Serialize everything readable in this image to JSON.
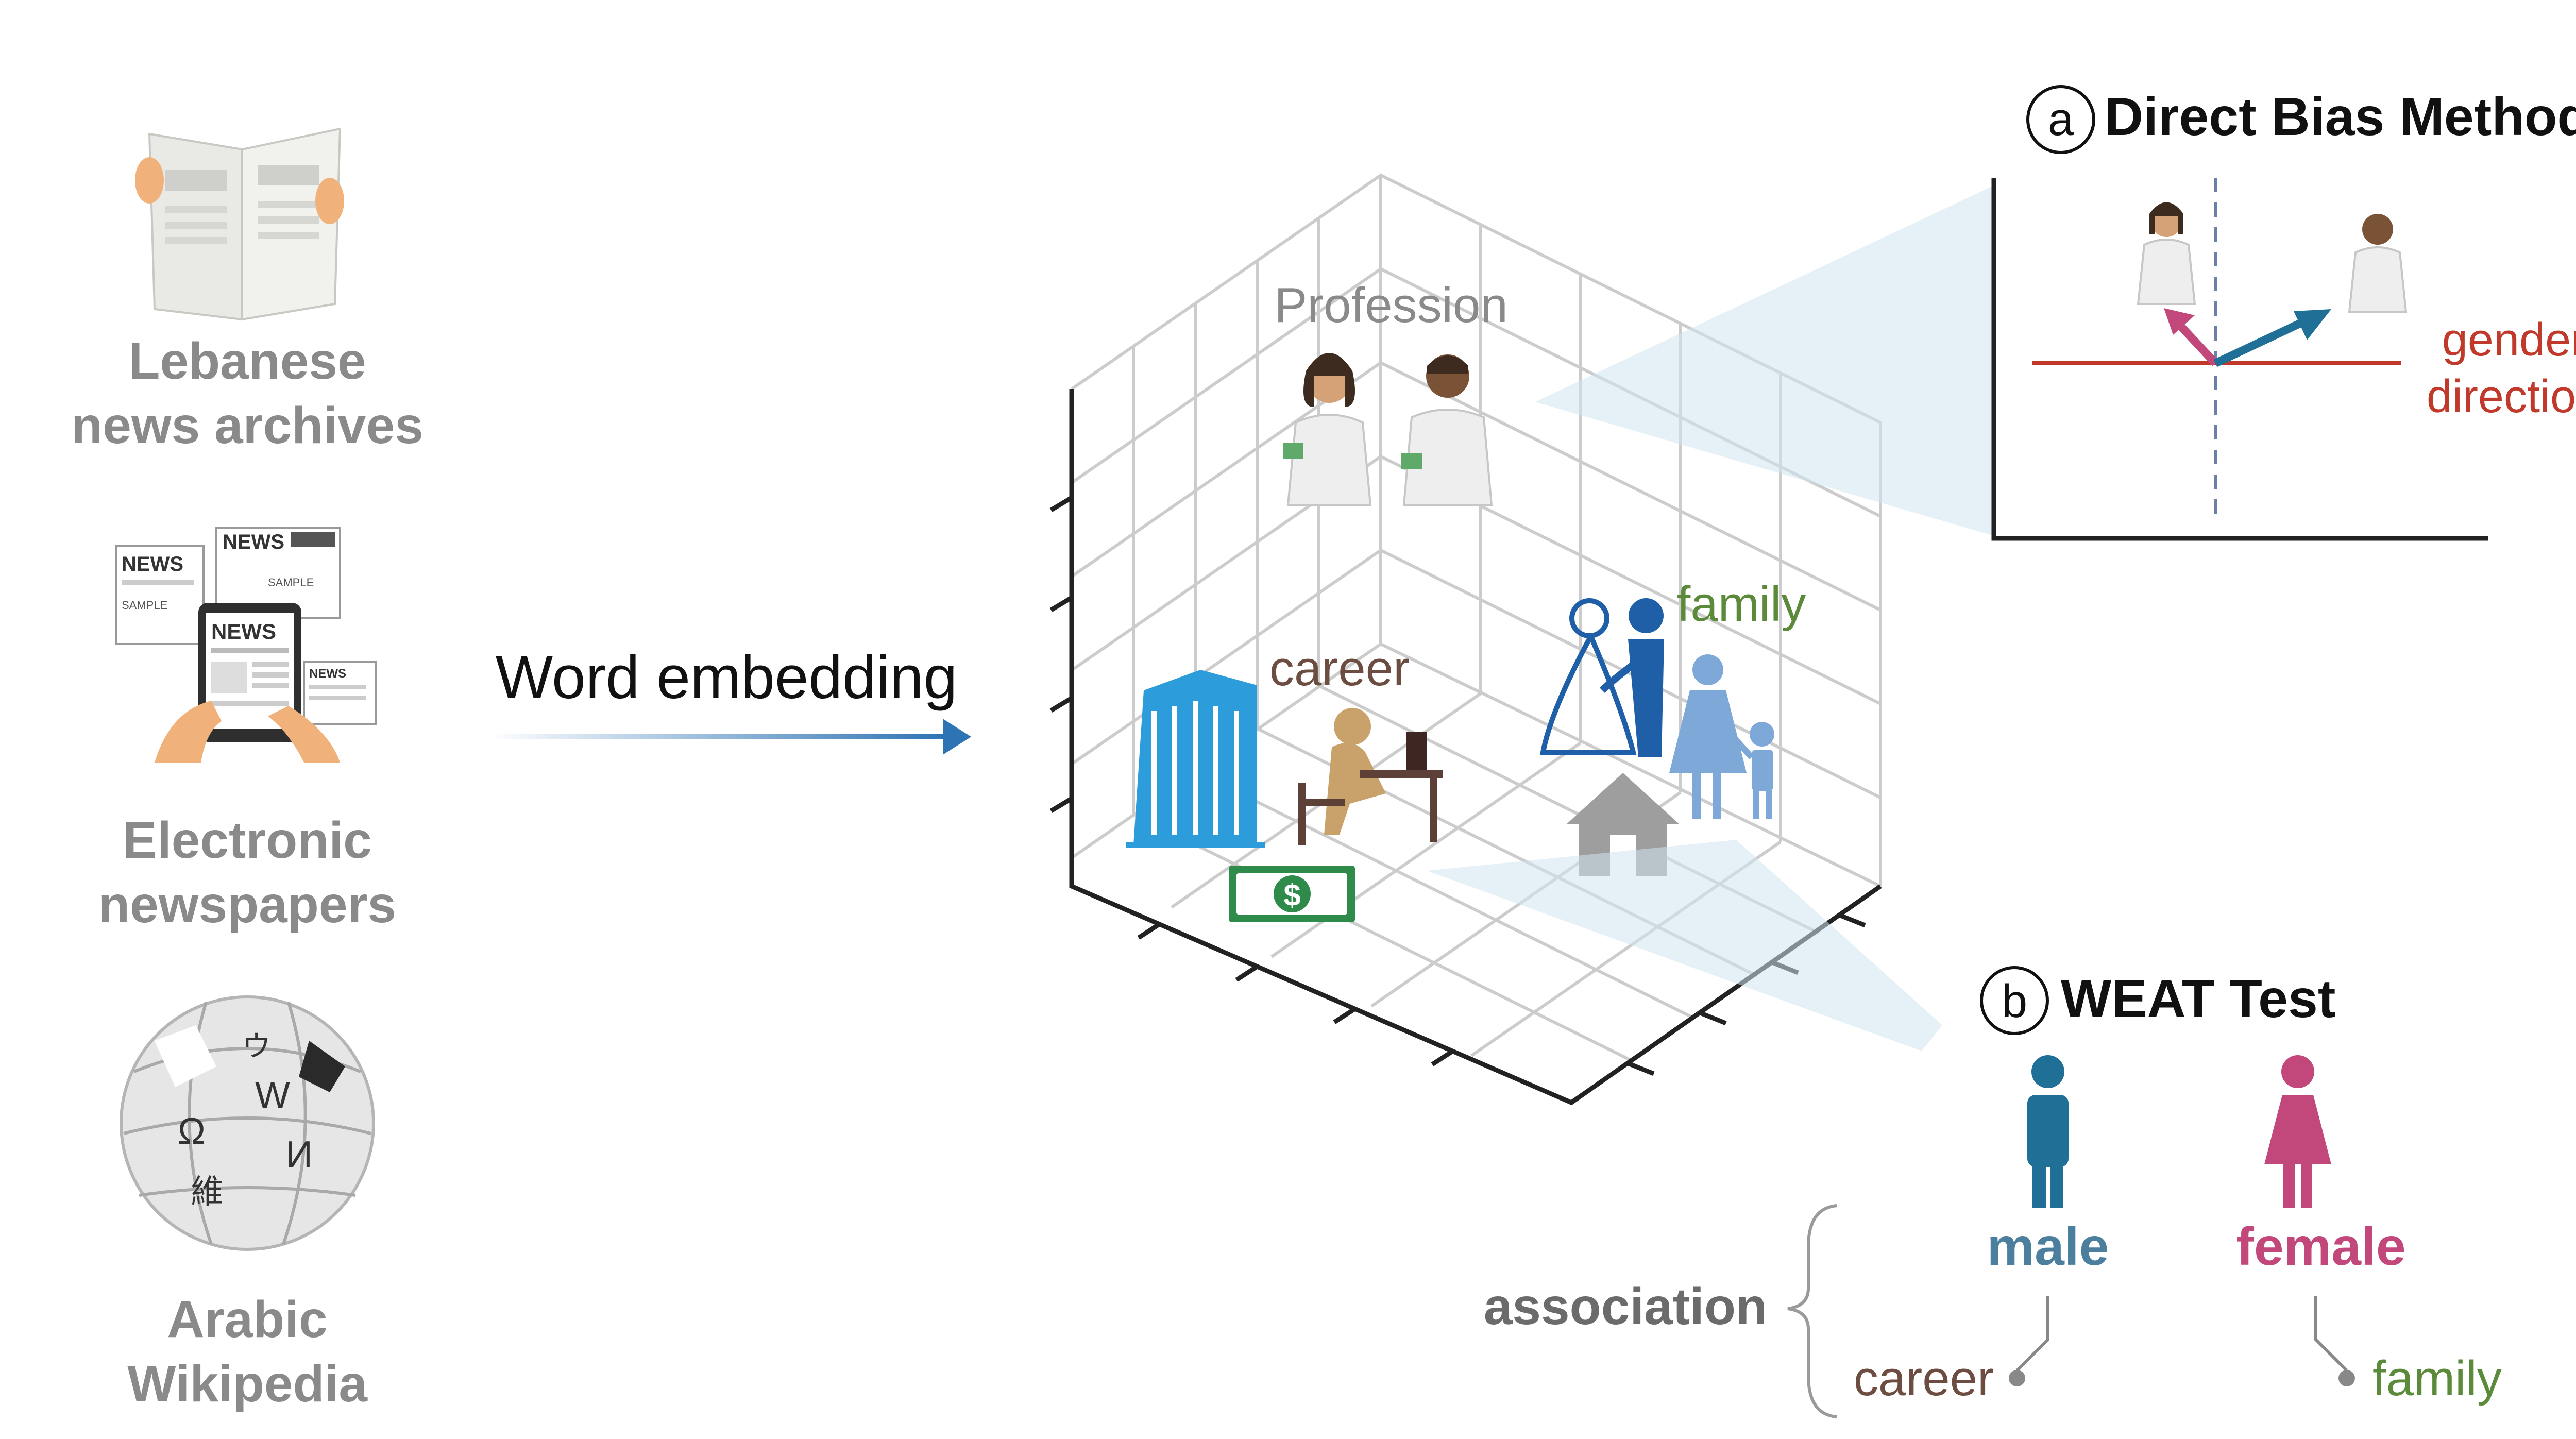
{
  "sources": [
    {
      "line1": "Lebanese",
      "line2": "news archives",
      "icon": "newspaper-reader-icon"
    },
    {
      "line1": "Electronic",
      "line2": "newspapers",
      "icon": "tablet-news-icon"
    },
    {
      "line1": "Arabic",
      "line2": "Wikipedia",
      "icon": "wikipedia-globe-icon"
    }
  ],
  "newspaper_words": {
    "news": "NEWS",
    "sample": "SAMPLE"
  },
  "globe_glyphs": [
    "Ω",
    "W",
    "И",
    "維",
    "ウ"
  ],
  "arrow_label": "Word embedding",
  "embedding": {
    "profession": "Profession",
    "career": "career",
    "family": "family",
    "money_symbol": "$"
  },
  "panel_a": {
    "marker": "a",
    "title": "Direct Bias Method",
    "gender_line1": "gender",
    "gender_line2": "direction"
  },
  "panel_b": {
    "marker": "b",
    "title": "WEAT Test",
    "male": "male",
    "female": "female",
    "association": "association",
    "career": "career",
    "family": "family"
  },
  "colors": {
    "grey_text": "#8a8a8a",
    "career_brown": "#6d4c41",
    "family_green": "#5b8a3a",
    "gender_red": "#c0392b",
    "male_blue": "#1f6f96",
    "female_pink": "#c2477a",
    "arrow_blue": "#2e74b5",
    "building_blue": "#2d9cdb"
  }
}
